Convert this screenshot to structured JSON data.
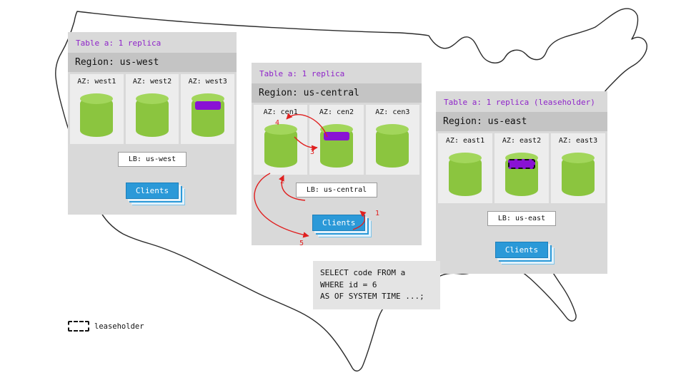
{
  "panels": [
    {
      "id": "us-west",
      "title": "Table a: 1 replica",
      "region_label": "Region: us-west",
      "lb_label": "LB: us-west",
      "clients_label": "Clients",
      "azs": [
        {
          "label": "AZ: west1",
          "band": "none"
        },
        {
          "label": "AZ: west2",
          "band": "none"
        },
        {
          "label": "AZ: west3",
          "band": "solid"
        }
      ]
    },
    {
      "id": "us-central",
      "title": "Table a: 1 replica",
      "region_label": "Region: us-central",
      "lb_label": "LB: us-central",
      "clients_label": "Clients",
      "azs": [
        {
          "label": "AZ: cen1",
          "band": "none"
        },
        {
          "label": "AZ: cen2",
          "band": "solid"
        },
        {
          "label": "AZ: cen3",
          "band": "none"
        }
      ]
    },
    {
      "id": "us-east",
      "title": "Table a: 1 replica (leaseholder)",
      "region_label": "Region: us-east",
      "lb_label": "LB: us-east",
      "clients_label": "Clients",
      "azs": [
        {
          "label": "AZ: east1",
          "band": "none"
        },
        {
          "label": "AZ: east2",
          "band": "dashed"
        },
        {
          "label": "AZ: east3",
          "band": "none"
        }
      ]
    }
  ],
  "sql": {
    "lines": [
      "SELECT code FROM a",
      "WHERE id = 6",
      "AS OF SYSTEM TIME ...;"
    ]
  },
  "steps": [
    "1",
    "2",
    "3",
    "4",
    "5"
  ],
  "legend": {
    "label": "leaseholder"
  },
  "colors": {
    "accent_purple": "#8e24c9",
    "replica_green": "#8bc53f",
    "band_purple": "#8912d4",
    "client_blue": "#2b99d8",
    "arrow_red": "#e02020",
    "panel_gray": "#d9d9d9"
  }
}
